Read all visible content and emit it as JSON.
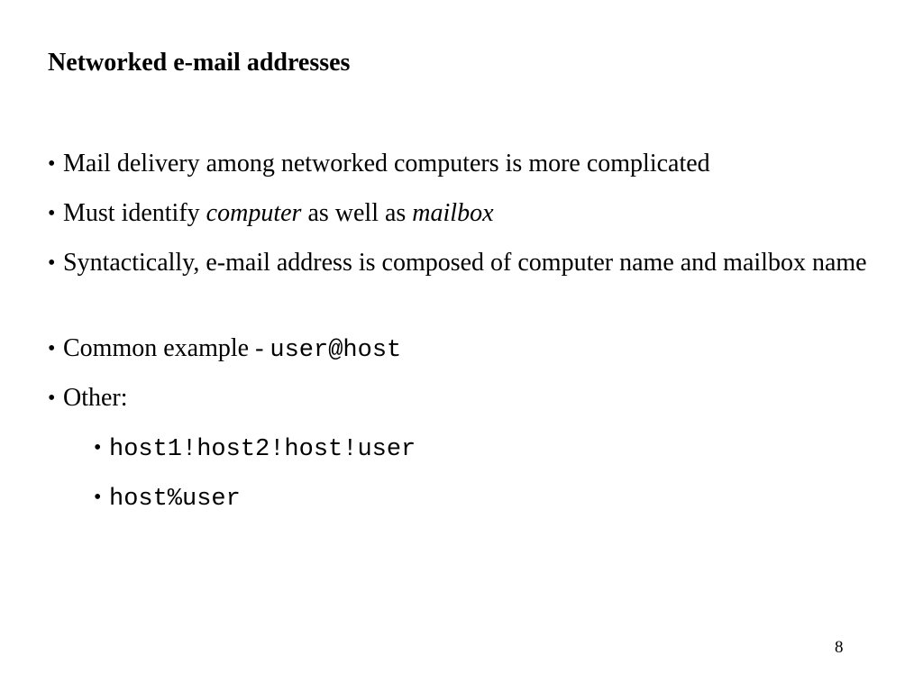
{
  "slide": {
    "title": "Networked e-mail addresses",
    "bullets": [
      {
        "text": "Mail delivery among networked computers is more complicated"
      },
      {
        "parts": [
          "Must identify ",
          "computer",
          " as well as ",
          "mailbox"
        ]
      },
      {
        "text": "Syntactically, e-mail address is composed of computer name and mailbox name"
      },
      {
        "parts": [
          "Common example - ",
          "user@host"
        ]
      },
      {
        "text": "Other:",
        "sub_bullets": [
          "host1!host2!host!user",
          "host%user"
        ]
      }
    ],
    "bullet_glyph": "•",
    "page_number": "8"
  }
}
